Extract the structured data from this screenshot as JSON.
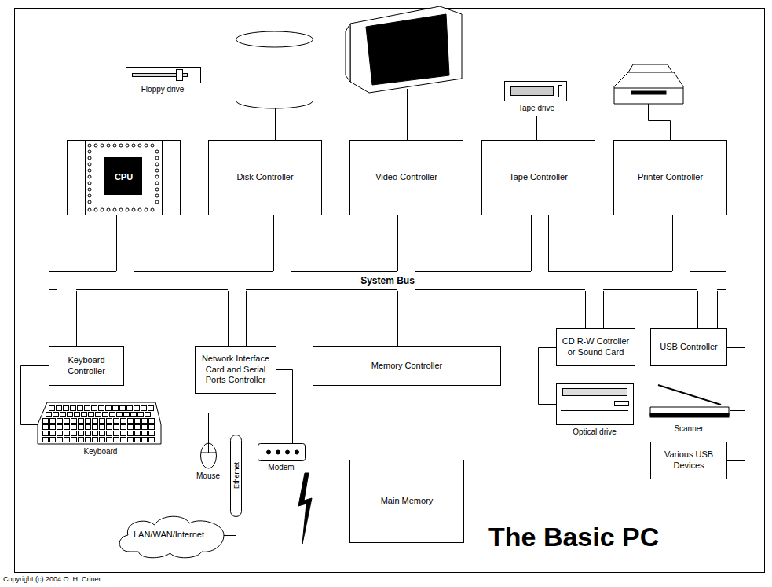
{
  "diagram": {
    "title": "The Basic PC",
    "nodes": [
      {
        "text": [
          "CPU"
        ]
      },
      {
        "text": [
          "Disk Controller"
        ]
      },
      {
        "text": [
          "Video Controller"
        ]
      },
      {
        "text": [
          "Tape Controller"
        ]
      },
      {
        "text": [
          "Printer Controller"
        ]
      },
      {
        "text": [
          "System Bus"
        ]
      },
      {
        "text": [
          "Keyboard Controller"
        ]
      },
      {
        "text": [
          "Network Interface Card and Serial Ports Controller"
        ]
      },
      {
        "text": [
          "Memory Controller"
        ]
      },
      {
        "text": [
          "CD R-W Cotroller or Sound Card"
        ]
      },
      {
        "text": [
          "USB Controller"
        ]
      },
      {
        "text": [
          "Various USB Devices"
        ]
      },
      {
        "text": [
          "Main Memory"
        ]
      },
      {
        "text": [
          "LAN/WAN/Internet"
        ]
      }
    ],
    "edges": [
      {
        "from": 0,
        "to": 5,
        "arrow": "none"
      },
      {
        "from": 1,
        "to": 5,
        "arrow": "none"
      },
      {
        "from": 2,
        "to": 5,
        "arrow": "none"
      },
      {
        "from": 3,
        "to": 5,
        "arrow": "none"
      },
      {
        "from": 4,
        "to": 5,
        "arrow": "none"
      },
      {
        "from": 5,
        "to": 6,
        "arrow": "none"
      },
      {
        "from": 5,
        "to": 7,
        "arrow": "none"
      },
      {
        "from": 5,
        "to": 8,
        "arrow": "none"
      },
      {
        "from": 5,
        "to": 9,
        "arrow": "none"
      },
      {
        "from": 5,
        "to": 10,
        "arrow": "none"
      },
      {
        "from": 8,
        "to": 12,
        "arrow": "none"
      },
      {
        "from": 10,
        "to": 11,
        "arrow": "none"
      },
      {
        "from": 7,
        "to": 13,
        "label": "Ethernet",
        "arrow": "none"
      }
    ],
    "labels": [
      "Floppy drive",
      "Tape drive",
      "Keyboard",
      "Mouse",
      "Modem",
      "Optical drive",
      "Scanner",
      "Copyright (c) 2004 O. H. Criner"
    ]
  }
}
